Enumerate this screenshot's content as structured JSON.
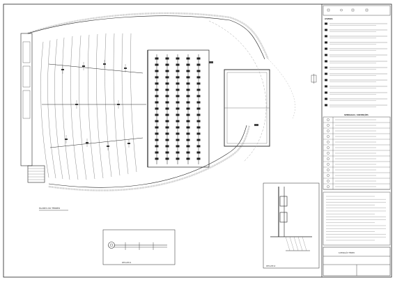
{
  "main_plan": {
    "caption": "PLANTA DO TÉRREO"
  },
  "detail_left": {
    "caption": "DETALHE 01"
  },
  "detail_right": {
    "caption": "DETALHE 02"
  },
  "legend": {
    "heading": "LEGENDA"
  },
  "conventions": {
    "heading": "SIMBOLOGIA / CONVENÇÕES"
  },
  "title_block": {
    "heading": "ILUMINAÇÃO TÉRREO"
  },
  "colors": {
    "line": "#222222",
    "light_line": "#8a8a8a",
    "hatch": "#9a9a9a"
  }
}
